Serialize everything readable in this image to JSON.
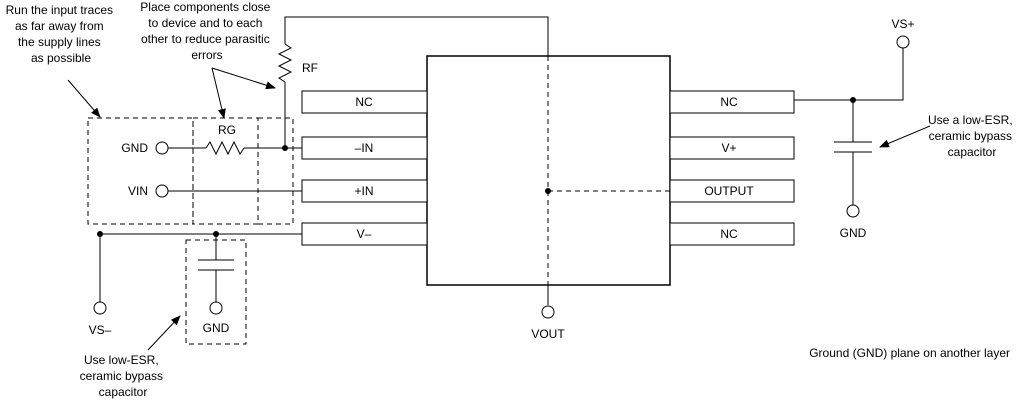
{
  "pins": {
    "nc1": "NC",
    "in_minus": "–IN",
    "in_plus": "+IN",
    "v_minus": "V–",
    "nc2": "NC",
    "v_plus": "V+",
    "output": "OUTPUT",
    "nc3": "NC"
  },
  "components": {
    "rf": "RF",
    "rg": "RG"
  },
  "terminals": {
    "gnd_left": "GND",
    "vin": "VIN",
    "vs_minus": "VS–",
    "gnd_bottom": "GND",
    "vout": "VOUT",
    "vs_plus": "VS+",
    "gnd_right": "GND"
  },
  "annotations": {
    "input_traces": [
      "Run the input traces",
      "as far away from",
      "the supply lines",
      "as possible"
    ],
    "place_components": [
      "Place components close",
      "to device and to each",
      "other to reduce parasitic",
      "errors"
    ],
    "bypass_left": [
      "Use low-ESR,",
      "ceramic bypass",
      "capacitor"
    ],
    "bypass_right": [
      "Use a low-ESR,",
      "ceramic bypass",
      "capacitor"
    ],
    "ground_plane": "Ground (GND) plane on another layer"
  }
}
